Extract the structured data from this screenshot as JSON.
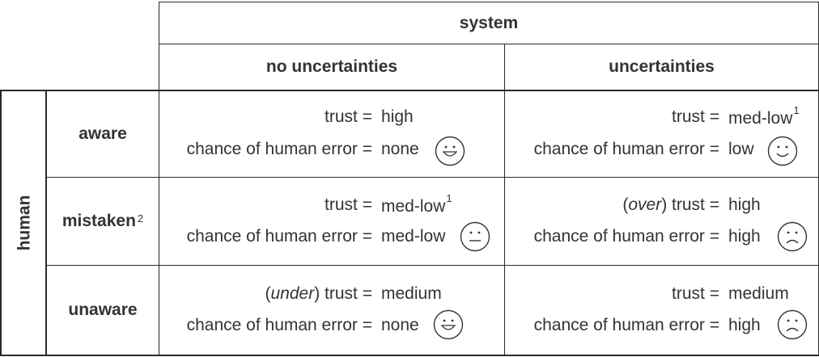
{
  "header": {
    "system": "system"
  },
  "columns": [
    {
      "label": "no uncertainties"
    },
    {
      "label": "uncertainties"
    }
  ],
  "human_label": "human",
  "rows": [
    {
      "label": "aware",
      "sup": ""
    },
    {
      "label": "mistaken",
      "sup": "2"
    },
    {
      "label": "unaware",
      "sup": ""
    }
  ],
  "cell_labels": {
    "trust": "trust =",
    "error": "chance of human error ="
  },
  "cells": {
    "aware_no": {
      "prefix": "",
      "trust": "high",
      "trust_sup": "",
      "error": "none",
      "face": "happy-face-icon"
    },
    "aware_unc": {
      "prefix": "",
      "trust": "med-low",
      "trust_sup": "1",
      "error": "low",
      "face": "smile-face-icon"
    },
    "mistaken_no": {
      "prefix": "",
      "trust": "med-low",
      "trust_sup": "1",
      "error": "med-low",
      "face": "neutral-face-icon"
    },
    "mistaken_unc": {
      "prefix": "over",
      "trust": "high",
      "trust_sup": "",
      "error": "high",
      "face": "sad-face-icon"
    },
    "unaware_no": {
      "prefix": "under",
      "trust": "medium",
      "trust_sup": "",
      "error": "none",
      "face": "happy-face-icon"
    },
    "unaware_unc": {
      "prefix": "",
      "trust": "medium",
      "trust_sup": "",
      "error": "high",
      "face": "sad-face-icon"
    }
  }
}
